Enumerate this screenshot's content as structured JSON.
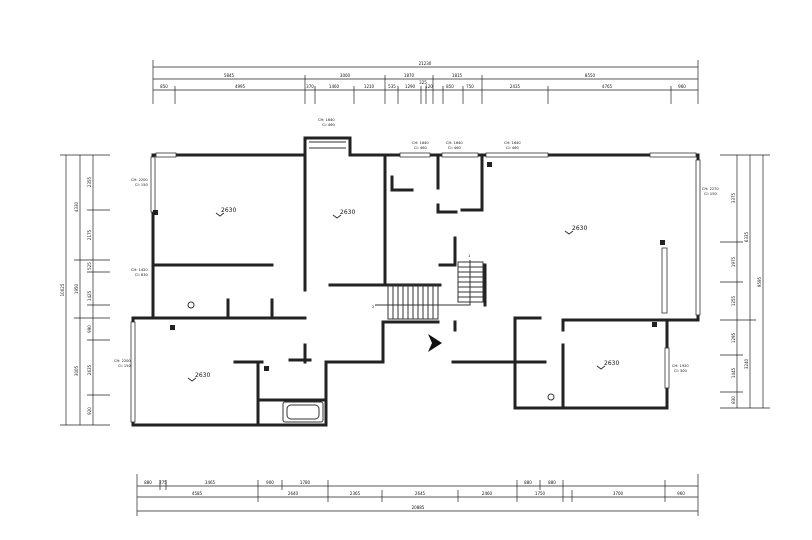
{
  "dimensions": {
    "top_total": "21230",
    "top_row1": [
      "5845",
      "3000",
      "1870",
      "1815",
      "8550"
    ],
    "top_row2": [
      "850",
      "4995",
      "370",
      "1460",
      "1210",
      "535",
      "1290",
      "325",
      "120",
      "850",
      "750",
      "2435",
      "4765",
      "960"
    ],
    "bottom_row1": [
      "880",
      "275",
      "3465",
      "900",
      "1780"
    ],
    "bottom_row2": [
      "4585",
      "2640",
      "2365",
      "2645",
      "2460",
      "880",
      "880",
      "1750",
      "3700",
      "960"
    ],
    "bottom_total": "20885",
    "left_col1": [
      "4330",
      "1950",
      "3005"
    ],
    "left_col2": [
      "2355",
      "2175",
      "525",
      "1425",
      "990",
      "2635",
      "920"
    ],
    "left_total": "10025",
    "right_col1": [
      "6335",
      "3240"
    ],
    "right_col2": [
      "3375",
      "1975",
      "1255",
      "1295",
      "1445",
      "830"
    ],
    "right_total": "9595"
  },
  "ceiling_levels": [
    "2630",
    "2630",
    "2630",
    "2630",
    "2630"
  ],
  "window_notes": [
    {
      "a": "CH: 1640",
      "b": "CI: 460"
    },
    {
      "a": "CH: 1640",
      "b": "CI: 460"
    },
    {
      "a": "CH: 1640",
      "b": "CI: 460"
    },
    {
      "a": "CH: 1640",
      "b": "CI: 460"
    },
    {
      "a": "CH: 2200",
      "b": "CI: 150"
    },
    {
      "a": "CH: 1420",
      "b": "CI: 830"
    },
    {
      "a": "CH: 2200",
      "b": "CI: 150"
    },
    {
      "a": "CH: 2270",
      "b": "CI: 150"
    },
    {
      "a": "CH: 1920",
      "b": "CI: 300"
    }
  ],
  "stair_marks": [
    "1",
    "2"
  ]
}
